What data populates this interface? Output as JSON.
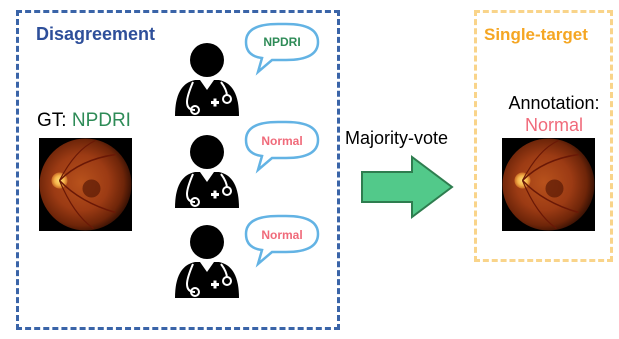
{
  "left_panel": {
    "title": "Disagreement",
    "gt_prefix": "GT: ",
    "gt_value": "NPDRI",
    "annotators": [
      {
        "label": "NPDRI",
        "label_color": "#2e8b57"
      },
      {
        "label": "Normal",
        "label_color": "#f06a7a"
      },
      {
        "label": "Normal",
        "label_color": "#f06a7a"
      }
    ]
  },
  "arrow": {
    "label": "Majority-vote",
    "color": "#52c98a"
  },
  "right_panel": {
    "title": "Single-target",
    "annotation_prefix": "Annotation:",
    "annotation_value": "Normal"
  },
  "colors": {
    "left_border": "#3a64a8",
    "right_border": "#f9d48a",
    "bubble_border": "#63b3e4",
    "gt_color": "#2e8b57",
    "normal_color": "#f06a7a"
  },
  "icons": [
    "doctor-icon",
    "fundus-image"
  ]
}
